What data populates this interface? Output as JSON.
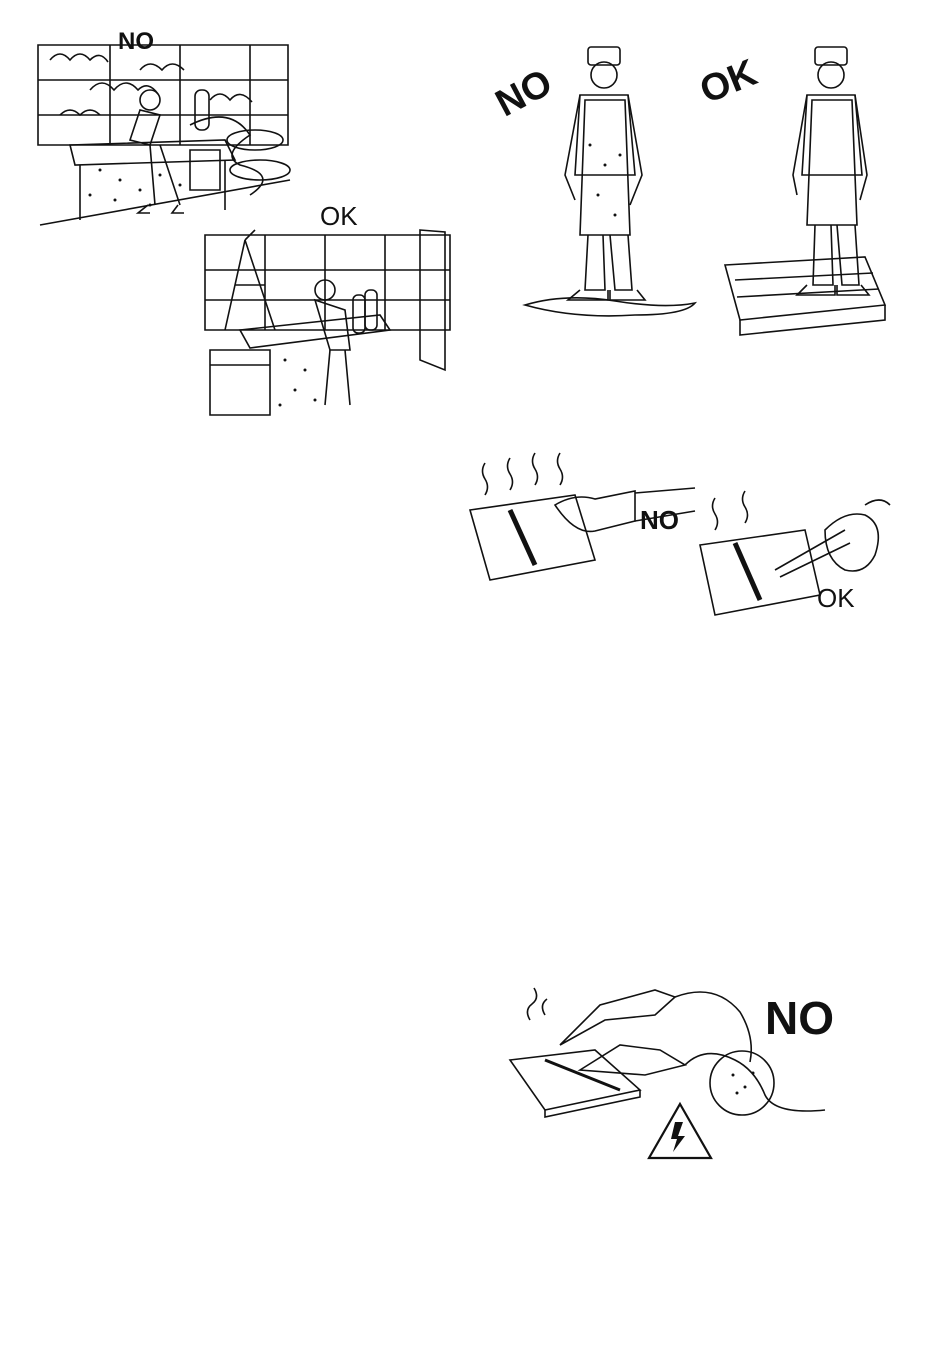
{
  "illustrations": {
    "fume_extraction": {
      "no_label": "NO",
      "ok_label": "OK"
    },
    "insulation": {
      "no_label": "NO",
      "ok_label": "OK"
    },
    "hot_workpiece": {
      "no_label": "NO",
      "ok_label": "OK"
    },
    "damaged_cable": {
      "no_label": "NO",
      "warning_icon": "electric-shock-warning-icon"
    }
  },
  "colors": {
    "ink": "#111111",
    "paper": "#ffffff"
  }
}
